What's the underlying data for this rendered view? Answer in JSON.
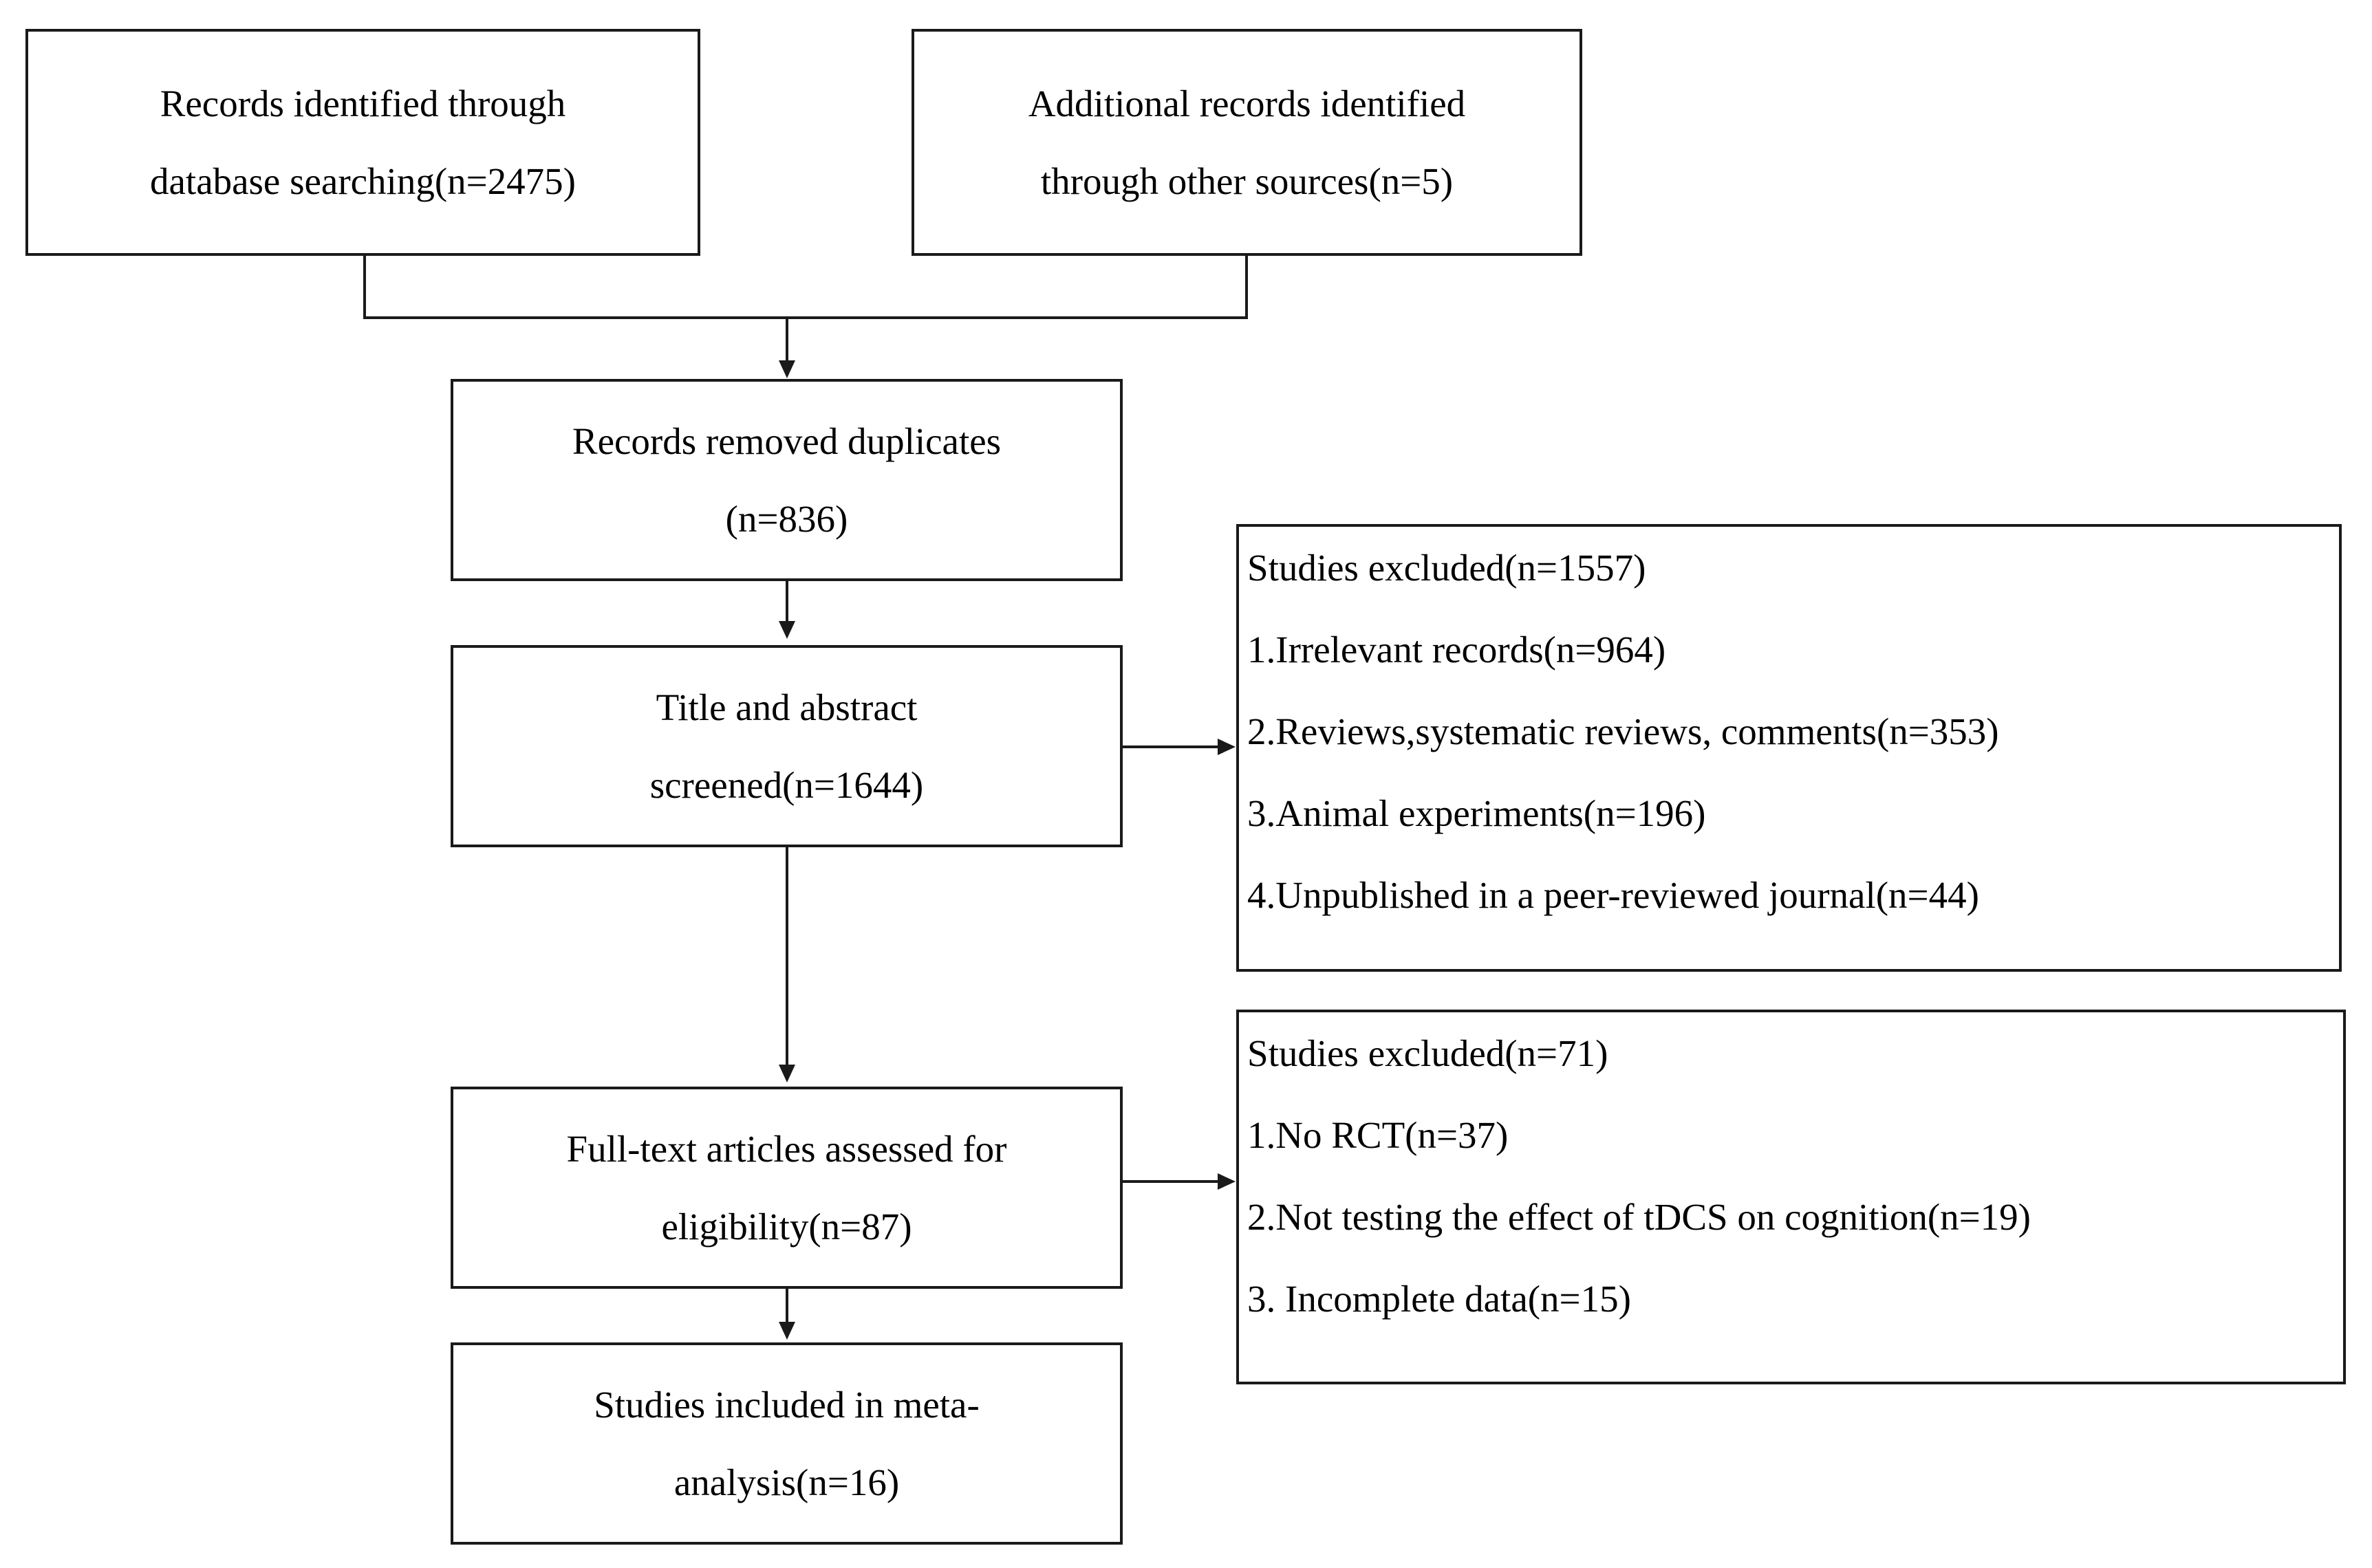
{
  "diagram": {
    "title": "PRISMA study selection flow diagram",
    "type": "flowchart",
    "accent_color": "#1a1a1a",
    "background_color": "#ffffff"
  },
  "boxes": {
    "database_search": {
      "line1": "Records identified through",
      "line2": "database searching(n=2475)",
      "count": 2475
    },
    "other_sources": {
      "line1": "Additional records identified",
      "line2": "through other sources(n=5)",
      "count": 5
    },
    "duplicates_removed": {
      "line1": "Records removed duplicates",
      "line2": "(n=836)",
      "count": 836
    },
    "title_abstract_screened": {
      "line1": "Title and abstract",
      "line2": "screened(n=1644)",
      "count": 1644
    },
    "fulltext_assessed": {
      "line1": "Full-text articles assessed for",
      "line2": "eligibility(n=87)",
      "count": 87
    },
    "included_meta": {
      "line1": "Studies included in meta-",
      "line2": "analysis(n=16)",
      "count": 16
    }
  },
  "exclusions": {
    "screening": {
      "header": "Studies excluded(n=1557)",
      "total": 1557,
      "reasons": [
        "1.Irrelevant records(n=964)",
        "2.Reviews,systematic reviews, comments(n=353)",
        "3.Animal experiments(n=196)",
        "4.Unpublished in a peer-reviewed journal(n=44)"
      ],
      "counts": [
        964,
        353,
        196,
        44
      ]
    },
    "eligibility": {
      "header": "Studies excluded(n=71)",
      "total": 71,
      "reasons": [
        "1.No RCT(n=37)",
        "2.Not testing the effect of tDCS on cognition(n=19)",
        "3. Incomplete data(n=15)"
      ],
      "counts": [
        37,
        19,
        15
      ]
    }
  },
  "connectors": {
    "merge_to_duplicates": "arrow-down",
    "duplicates_to_screened": "arrow-down",
    "screened_to_fulltext": "arrow-down",
    "fulltext_to_included": "arrow-down",
    "screened_to_exclusion1": "arrow-right",
    "fulltext_to_exclusion2": "arrow-right"
  }
}
